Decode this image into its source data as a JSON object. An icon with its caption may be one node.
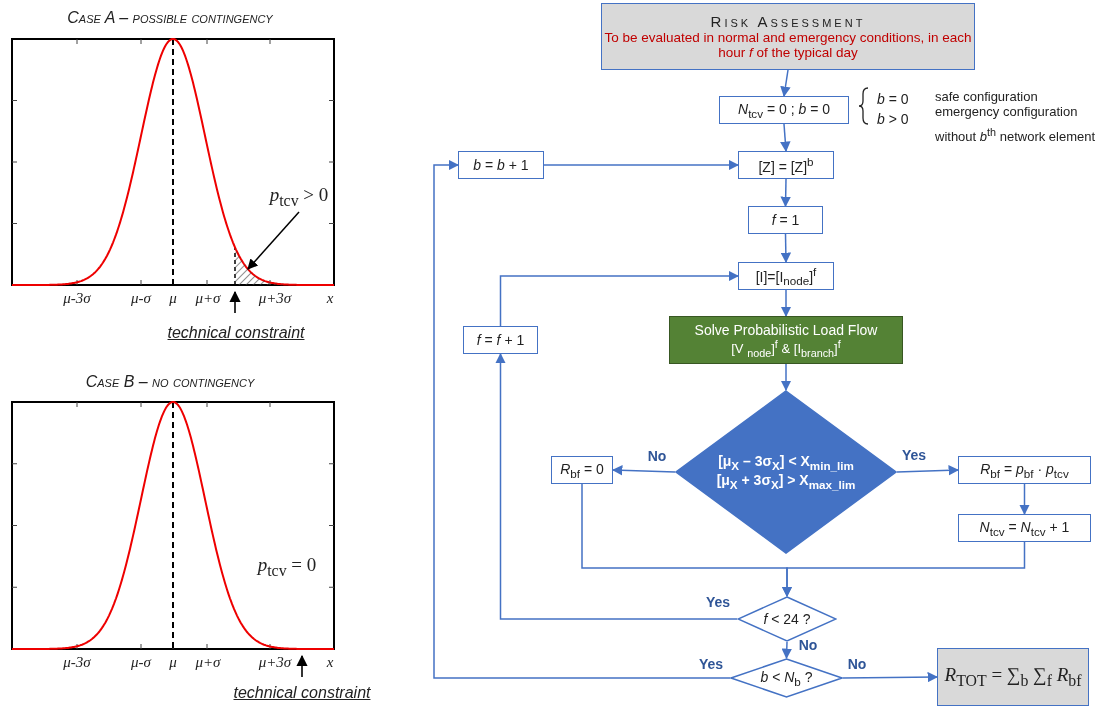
{
  "diagram": {
    "nodes": [
      {
        "text": [
          "Risk Assessment",
          "To be evaluated in normal and emergency conditions, in each hour *f* of the typical day"
        ]
      },
      {
        "text": [
          "*N*$_{tcv}$ = 0 ; *b* = 0"
        ]
      },
      {
        "text": [
          "*b* = *b* + 1"
        ]
      },
      {
        "text": [
          "[Z] = [Z]$^{b}$"
        ]
      },
      {
        "text": [
          "*f* = 1"
        ]
      },
      {
        "text": [
          "[I]=[I$_{node}$]$^{f}$"
        ]
      },
      {
        "text": [
          "*f* = *f* + 1"
        ]
      },
      {
        "text": [
          "Solve Probabilistic Load Flow",
          "[V $_{node}$]$^{f}$ & [I$_{branch}$]$^{f}$"
        ]
      },
      {
        "text": [
          "[μ$_{X}$ – 3σ$_{X}$] < X$_{min_lim}$ [μ$_{X}$ + 3σ$_{X}$] > X$_{max_lim}$"
        ]
      },
      {
        "text": [
          "*R*$_{bf}$ = 0"
        ]
      },
      {
        "text": [
          "*R*$_{bf}$ = *p*$_{bf}$ · *p*$_{tcv}$"
        ]
      },
      {
        "text": [
          "*N*$_{tcv}$ = *N*$_{tcv}$ + 1"
        ]
      },
      {
        "text": [
          "*f* < 24 ?"
        ]
      },
      {
        "text": [
          "*b* < *N*$_{b}$ ?"
        ]
      },
      {
        "text": [
          "*R*$_{TOT}$ = ∑$_{b}$ ∑$_{f}$ *R*$_{bf}$"
        ]
      },
      {
        "text": [
          "*p*$_{tcv}$ > 0"
        ]
      },
      {
        "text": [],
        "shape": "area"
      }
    ],
    "edges": [
      {
        "from": 0,
        "to": 1,
        "arrow": "to"
      },
      {
        "from": 1,
        "to": 3,
        "arrow": "to"
      },
      {
        "from": 2,
        "to": 3,
        "arrow": "to"
      },
      {
        "from": 3,
        "to": 4,
        "arrow": "to"
      },
      {
        "from": 4,
        "to": 5,
        "arrow": "to"
      },
      {
        "from": 6,
        "to": 5,
        "arrow": "to"
      },
      {
        "from": 5,
        "to": 7,
        "arrow": "to"
      },
      {
        "from": 7,
        "to": 8,
        "arrow": "to"
      },
      {
        "from": 8,
        "to": 9,
        "arrow": "to",
        "label": "No"
      },
      {
        "from": 8,
        "to": 10,
        "arrow": "to",
        "label": "Yes"
      },
      {
        "from": 10,
        "to": 11,
        "arrow": "to"
      },
      {
        "from": 9,
        "to": 12,
        "arrow": "to"
      },
      {
        "from": 11,
        "to": 12,
        "arrow": "to"
      },
      {
        "from": 12,
        "to": 6,
        "arrow": "to",
        "label": "Yes"
      },
      {
        "from": 12,
        "to": 13,
        "arrow": "to",
        "label": "No"
      },
      {
        "from": 13,
        "to": 2,
        "arrow": "to",
        "label": "Yes"
      },
      {
        "from": 13,
        "to": 14,
        "arrow": "to",
        "label": "No"
      },
      {
        "from": 15,
        "to": 16,
        "arrow": "to",
        "color": "#000000"
      }
    ],
    "labels": [
      "Case A – possible contingency",
      "μ-3σ",
      "μ-σ",
      "μ",
      "μ+σ",
      "μ+3σ",
      "x",
      "technical constraint",
      "Case B – no contingency",
      "*p*$_{tcv}$ = 0",
      "μ-3σ",
      "μ-σ",
      "μ",
      "μ+σ",
      "μ+3σ",
      "x",
      "technical constraint",
      "*b* = 0",
      "safe configuration",
      "*b* > 0",
      "emergency configuration without *b*$^{th}$ network element"
    ]
  }
}
